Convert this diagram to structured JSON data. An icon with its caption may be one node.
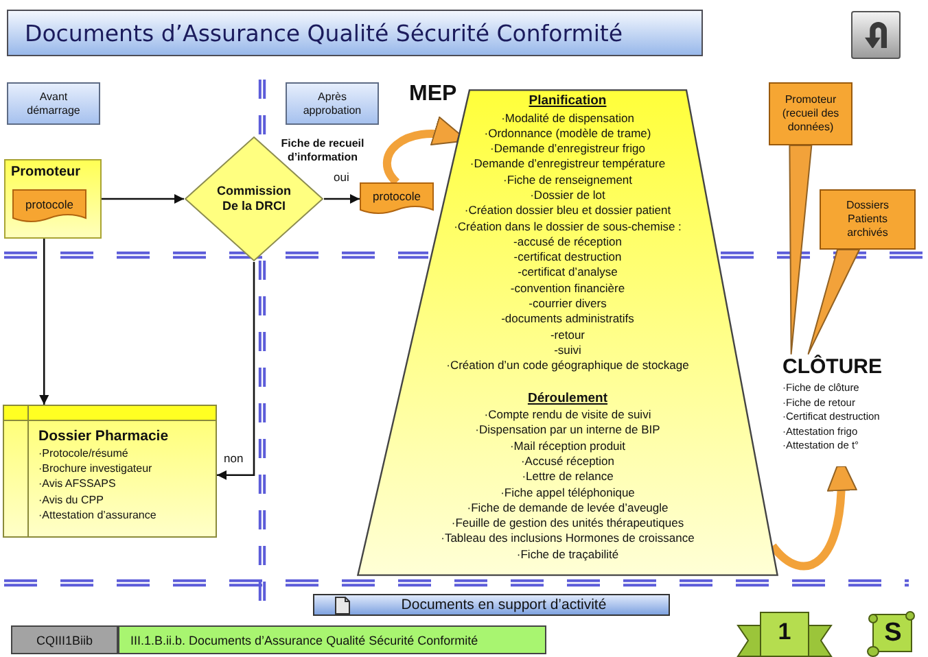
{
  "diagram": {
    "title": "Documents d’Assurance Qualité Sécurité Conformité",
    "nodes": [
      {
        "text": [
          "Avant démarrage"
        ]
      },
      {
        "text": [
          "Après approbation"
        ]
      },
      {
        "text": [
          "Promoteur"
        ]
      },
      {
        "text": [
          "protocole"
        ],
        "in": 2
      },
      {
        "text": [
          "Commission De la DRCI"
        ]
      },
      {
        "text": [
          "protocole"
        ]
      },
      {
        "text": [
          "Planification",
          "·Modalité de dispensation",
          "·Ordonnance (modèle de trame)",
          "·Demande d’enregistreur frigo",
          "·Demande d’enregistreur température",
          "·Fiche de renseignement",
          "·Dossier de lot",
          "·Création dossier bleu et dossier patient",
          "·Création dans le dossier de sous-chemise :",
          "-accusé de réception",
          "-certificat destruction",
          "-certificat d’analyse",
          "-convention financière",
          "-courrier divers",
          "-documents administratifs",
          "-retour",
          "-suivi",
          "·Création d’un code géographique de stockage",
          "Déroulement",
          "·Compte rendu de visite de suivi",
          "·Dispensation par un interne de BIP",
          "·Mail réception produit",
          "·Accusé réception",
          "·Lettre de relance",
          "·Fiche appel téléphonique",
          "·Fiche de demande de levée d’aveugle",
          "·Feuille de gestion des unités thérapeutiques",
          "·Tableau des inclusions Hormones de croissance",
          "·Fiche de traçabilité"
        ]
      },
      {
        "text": [
          "Promoteur (recueil des données)"
        ]
      },
      {
        "text": [
          "Dossiers Patients archivés"
        ]
      },
      {
        "text": [
          "CLÔTURE",
          "·Fiche de clôture",
          "·Fiche de retour",
          "·Certificat destruction",
          "·Attestation frigo",
          "·Attestation de t°"
        ]
      },
      {
        "text": [
          "Dossier Pharmacie",
          "·Protocole/résumé",
          "·Brochure investigateur",
          "·Avis AFSSAPS",
          "·Avis du CPP",
          "·Attestation d’assurance"
        ]
      }
    ],
    "edges": [
      {
        "from": 2,
        "to": 4,
        "arrow": "to"
      },
      {
        "from": 4,
        "to": 5,
        "arrow": "to",
        "label": "oui"
      },
      {
        "from": 2,
        "to": 10,
        "arrow": "to"
      },
      {
        "from": 4,
        "to": 10,
        "arrow": "to",
        "label": "non"
      },
      {
        "from": 5,
        "to": 6,
        "arrow": "to",
        "label": "MEP",
        "style": "thick",
        "color": "#f2a23a"
      },
      {
        "from": 7,
        "to": 9,
        "arrow": "none",
        "color": "#f2a23a"
      },
      {
        "from": 8,
        "to": 9,
        "arrow": "none",
        "color": "#f2a23a"
      },
      {
        "from": 6,
        "to": 9,
        "arrow": "to",
        "style": "thick",
        "color": "#f2a23a"
      }
    ],
    "labels": [
      "Fiche de recueil d’information",
      "Documents en support d’activité",
      "CQIII1Biib",
      "III.1.B.ii.b. Documents d’Assurance Qualité Sécurité Conformité",
      "1",
      "S"
    ]
  }
}
